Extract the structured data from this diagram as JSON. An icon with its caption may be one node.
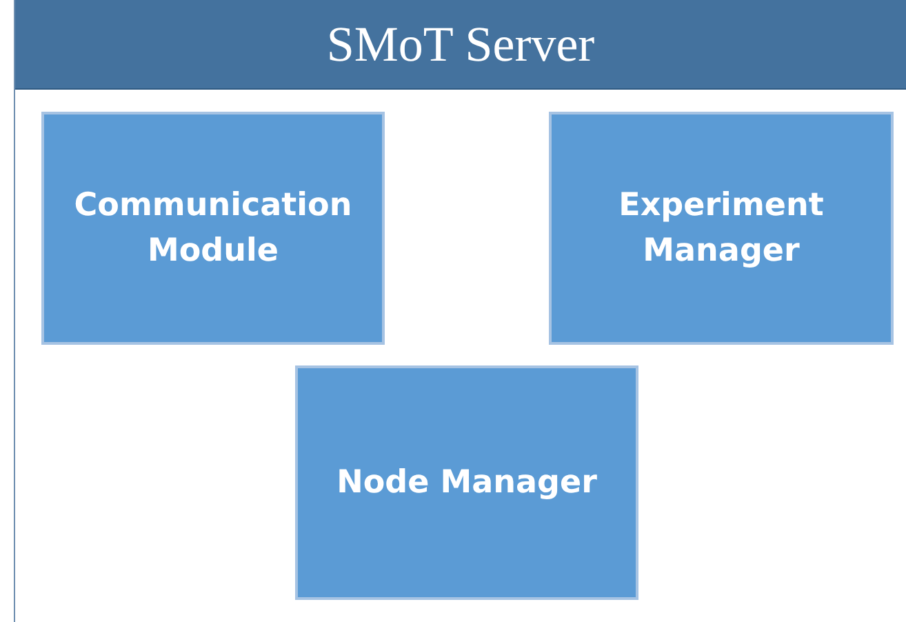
{
  "diagram": {
    "nodes": [
      {
        "text": [
          "SMoT Server"
        ]
      },
      {
        "text": [
          "Communication Module"
        ],
        "in": 0
      },
      {
        "text": [
          "Experiment Manager"
        ],
        "in": 0
      },
      {
        "text": [
          "Node Manager"
        ],
        "in": 0
      }
    ]
  }
}
